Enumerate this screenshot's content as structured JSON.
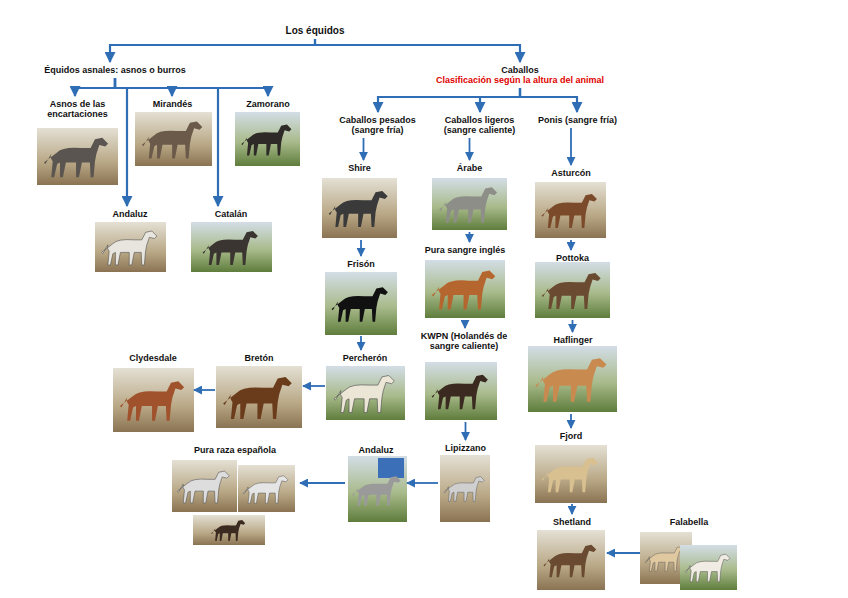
{
  "diagram": {
    "nodes": [
      {
        "text": [
          "Los équidos"
        ]
      },
      {
        "text": [
          "Équidos asnales: asnos o burros"
        ]
      },
      {
        "text": [
          "Asnos de las encartaciones"
        ]
      },
      {
        "text": [
          "Mirandés"
        ]
      },
      {
        "text": [
          "Zamorano"
        ]
      },
      {
        "text": [
          "Andaluz"
        ]
      },
      {
        "text": [
          "Catalán"
        ]
      },
      {
        "text": [
          "Caballos",
          "Clasificación según la altura del animal"
        ]
      },
      {
        "text": [
          "Caballos pesados (sangre fría)"
        ]
      },
      {
        "text": [
          "Caballos ligeros (sangre caliente)"
        ]
      },
      {
        "text": [
          "Ponis (sangre fría)"
        ]
      },
      {
        "text": [
          "Shire"
        ]
      },
      {
        "text": [
          "Frisón"
        ]
      },
      {
        "text": [
          "Percherón"
        ]
      },
      {
        "text": [
          "Bretón"
        ]
      },
      {
        "text": [
          "Clydesdale"
        ]
      },
      {
        "text": [
          "Árabe"
        ]
      },
      {
        "text": [
          "Pura sangre inglés"
        ]
      },
      {
        "text": [
          "KWPN (Holandés de sangre caliente)"
        ]
      },
      {
        "text": [
          "Lipizzano"
        ]
      },
      {
        "text": [
          "Andaluz"
        ]
      },
      {
        "text": [
          "Pura raza española"
        ]
      },
      {
        "text": [
          "Asturcón"
        ]
      },
      {
        "text": [
          "Pottoka"
        ]
      },
      {
        "text": [
          "Haflinger"
        ]
      },
      {
        "text": [
          "Fjord"
        ]
      },
      {
        "text": [
          "Shetland"
        ]
      },
      {
        "text": [
          "Falabella"
        ]
      }
    ],
    "edges": [
      {
        "from": 0,
        "to": 1,
        "arrow": "to"
      },
      {
        "from": 0,
        "to": 7,
        "arrow": "to"
      },
      {
        "from": 1,
        "to": 2,
        "arrow": "to"
      },
      {
        "from": 1,
        "to": 3,
        "arrow": "to"
      },
      {
        "from": 1,
        "to": 4,
        "arrow": "to"
      },
      {
        "from": 1,
        "to": 5,
        "arrow": "to"
      },
      {
        "from": 1,
        "to": 6,
        "arrow": "to"
      },
      {
        "from": 7,
        "to": 8,
        "arrow": "to"
      },
      {
        "from": 7,
        "to": 9,
        "arrow": "to"
      },
      {
        "from": 7,
        "to": 10,
        "arrow": "to"
      },
      {
        "from": 8,
        "to": 11,
        "arrow": "to"
      },
      {
        "from": 11,
        "to": 12,
        "arrow": "to"
      },
      {
        "from": 12,
        "to": 13,
        "arrow": "to"
      },
      {
        "from": 13,
        "to": 14,
        "arrow": "to"
      },
      {
        "from": 14,
        "to": 15,
        "arrow": "to"
      },
      {
        "from": 9,
        "to": 16,
        "arrow": "to"
      },
      {
        "from": 16,
        "to": 17,
        "arrow": "to"
      },
      {
        "from": 17,
        "to": 18,
        "arrow": "to"
      },
      {
        "from": 18,
        "to": 19,
        "arrow": "to"
      },
      {
        "from": 19,
        "to": 20,
        "arrow": "to"
      },
      {
        "from": 20,
        "to": 21,
        "arrow": "to"
      },
      {
        "from": 10,
        "to": 22,
        "arrow": "to"
      },
      {
        "from": 22,
        "to": 23,
        "arrow": "to"
      },
      {
        "from": 23,
        "to": 24,
        "arrow": "to"
      },
      {
        "from": 24,
        "to": 25,
        "arrow": "to"
      },
      {
        "from": 25,
        "to": 26,
        "arrow": "to"
      },
      {
        "from": 27,
        "to": 26,
        "arrow": "to"
      }
    ]
  }
}
